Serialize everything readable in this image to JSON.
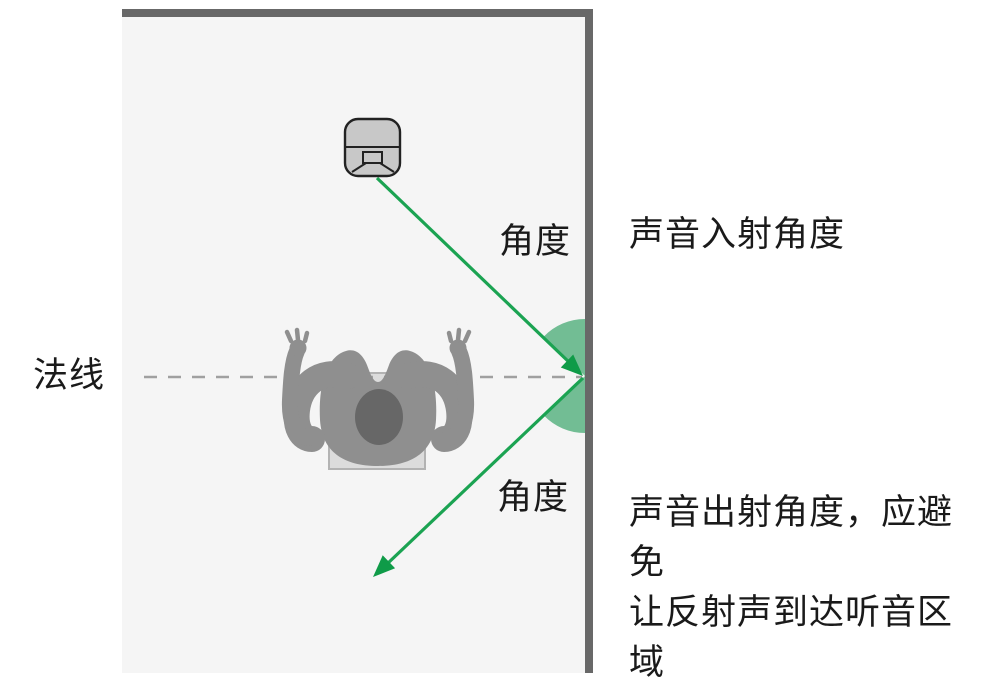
{
  "diagram": {
    "type": "acoustic-reflection-top-view",
    "labels": {
      "normal_line": "法线",
      "angle_incident": "角度",
      "angle_reflected": "角度",
      "incident_note": "声音入射角度",
      "outgoing_note_line1": "声音出射角度，应避免",
      "outgoing_note_line2": "让反射声到达听音区域"
    },
    "icons": {
      "speaker": "speaker-top-view-icon",
      "listener": "listener-in-chair-top-view-icon",
      "incident_ray": "incident-ray-arrow",
      "reflected_ray": "reflected-ray-arrow",
      "angle_sectors": "angle-sector-marker"
    },
    "colors": {
      "page_bg": "#ffffff",
      "room_fill": "#f5f5f5",
      "wall": "#686868",
      "ray_green": "#1ba352",
      "arrowhead_green": "#0f9b48",
      "sector_green": "#72bd94",
      "dash_gray": "#a0a0a0",
      "body_gray": "#8f8f8f",
      "head_gray": "#676767",
      "chair_fill": "#dcdcdc",
      "chair_border": "#b3b3b3",
      "speaker_fill": "#c8c8c8",
      "speaker_outline": "#222222",
      "text": "#1a1a1a"
    }
  }
}
